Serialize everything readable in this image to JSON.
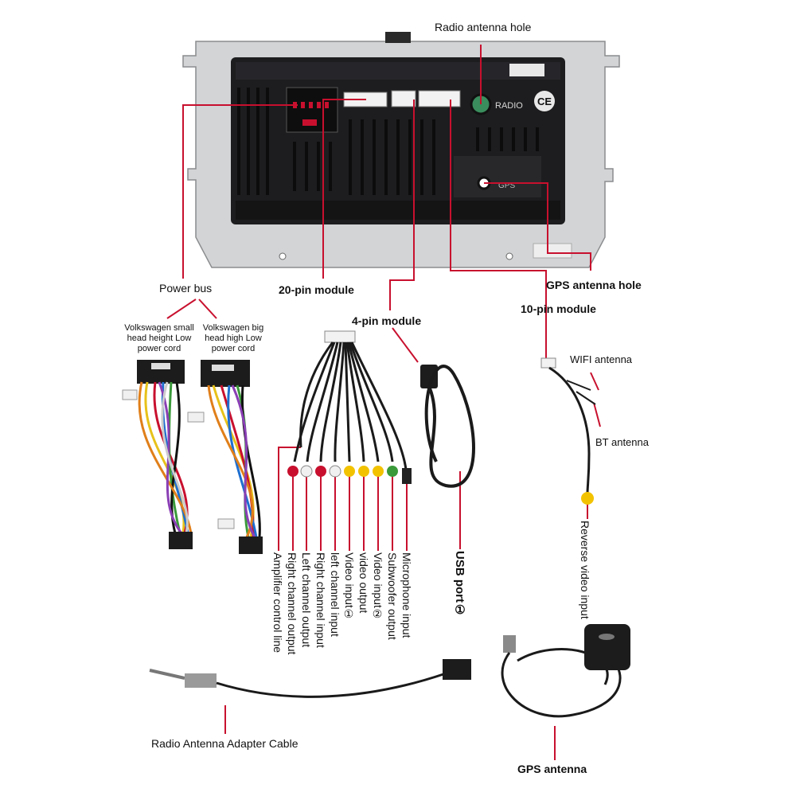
{
  "colors": {
    "leader": "#c8102e",
    "panel": "#d2d4d6",
    "unit": "#1d1d1f"
  },
  "unit": {
    "radio_text": "RADIO",
    "ce_text": "CE",
    "gps_text": "GPS"
  },
  "labels": {
    "radio_antenna_hole": "Radio antenna hole",
    "power_bus": "Power bus",
    "pin20_module": "20-pin module",
    "pin4_module": "4-pin module",
    "gps_antenna_hole": "GPS antenna hole",
    "pin10_module": "10-pin module",
    "vw_small": "Volkswagen small head height Low power cord",
    "vw_big": "Volkswagen big head high Low power cord",
    "wifi_antenna": "WIFI antenna",
    "bt_antenna": "BT antenna",
    "reverse_video_input": "Reverse video input",
    "usb_port": "USB port①",
    "radio_antenna_adapter_cable": "Radio Antenna Adapter Cable",
    "gps_antenna": "GPS antenna"
  },
  "rca_outputs": [
    "Amplifier control line",
    "Right channel output",
    "Left channel output",
    "Right channel input",
    "left channel input",
    "Video input①",
    "video output",
    "Video input②",
    "Subwoofer output",
    "Microphone input"
  ]
}
